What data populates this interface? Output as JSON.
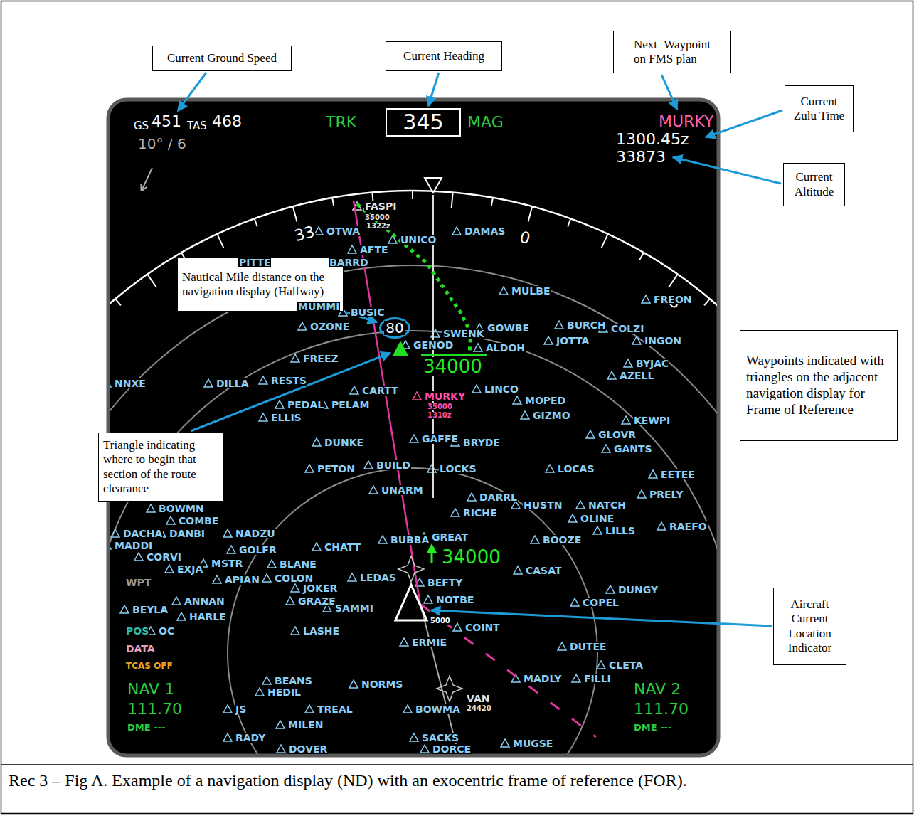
{
  "diagram": {
    "caption": "Rec 3 – Fig A. Example of a navigation display (ND) with an exocentric frame of reference (FOR).",
    "nodes": [
      {
        "text": [
          "Current Ground Speed"
        ]
      },
      {
        "text": [
          "Current Heading"
        ]
      },
      {
        "text": [
          "Next Waypoint on FMS plan"
        ]
      },
      {
        "text": [
          "Current Zulu Time"
        ]
      },
      {
        "text": [
          "345"
        ]
      },
      {
        "text": [
          "Current Altitude"
        ]
      },
      {
        "text": [
          "Nautical Mile distance on the navigation display (Halfway)"
        ]
      },
      {
        "text": [
          "80"
        ]
      },
      {
        "text": [
          "Waypoints indicated with triangles on the adjacent navigation display for Frame of Reference"
        ]
      },
      {
        "text": [
          "Triangle indicating where to begin that section of the route clearance"
        ]
      },
      {
        "text": [
          "Aircraft Current Location Indicator"
        ]
      }
    ],
    "edges": [
      {
        "from": 1,
        "to": 4,
        "arrow": "to"
      },
      {
        "from": 6,
        "to": 7,
        "arrow": "to"
      }
    ],
    "labels": [
      "GS",
      "451",
      "TAS",
      "468",
      "10° / 6",
      "TRK",
      "MAG",
      "MURKY",
      "1300.45z",
      "33873",
      "33",
      "0",
      "3",
      "FASPI",
      "35000",
      "1322z",
      "OTWA",
      "DAMAS",
      "PITTE",
      "BARRD",
      "AFTE",
      "UNICO",
      "MULBE",
      "FREON",
      "MUMMI",
      "OZONE",
      "BUSIC",
      "GOWBE",
      "BURCH",
      "JOTTA",
      "COLZI",
      "INGON",
      "GENOD",
      "SWENK",
      "ALDOH",
      "34000",
      "DILLA",
      "FREEZ",
      "BYJAC",
      "AZELL",
      "RESTS",
      "CARTT",
      "LINCO",
      "MURKY",
      "35000",
      "1310z",
      "MOPED",
      "GIZMO",
      "KEWPI",
      "NNXE",
      "PEDAL",
      "PELAM",
      "ELLIS",
      "GLOVR",
      "GANTS",
      "GAFFE",
      "BRYDE",
      "DUNKE",
      "PETON",
      "BUILD",
      "LOCKS",
      "LOCAS",
      "EETEE",
      "PRELY",
      "UNARM",
      "BOWMN",
      "DARRL",
      "RICHE",
      "HUSTN",
      "NATCH",
      "OLINE",
      "LILLS",
      "RAEFO",
      "COMBE",
      "DACHA",
      "DANBI",
      "NADZU",
      "MADDI",
      "CORVI",
      "GOLFR",
      "CHATT",
      "BUBBA",
      "GREAT",
      "BOOZE",
      "34000",
      "EXJA",
      "MSTR",
      "BLANE",
      "APIAN",
      "COLON",
      "LEDAS",
      "BEFTY",
      "CASAT",
      "JOKER",
      "GRAZE",
      "SAMMI",
      "NOTBE",
      "5000",
      "BEYLA",
      "ANNAN",
      "HARLE",
      "DUNGY",
      "COPEL",
      "WPT",
      "POS",
      "OC",
      "DATA",
      "LASHE",
      "COINT",
      "DUTEE",
      "CLETA",
      "ERMIE",
      "TCAS OFF",
      "NAV 1",
      "111.70",
      "DME ---",
      "NAV 2",
      "111.70",
      "DME ---",
      "BEANS",
      "HEDIL",
      "NORMS",
      "JS",
      "TREAL",
      "MILEN",
      "RADY",
      "DOVER",
      "MADLY",
      "FILLI",
      "VAN",
      "24420",
      "BOWMA",
      "SACKS",
      "DORCE",
      "MUGSE"
    ]
  }
}
